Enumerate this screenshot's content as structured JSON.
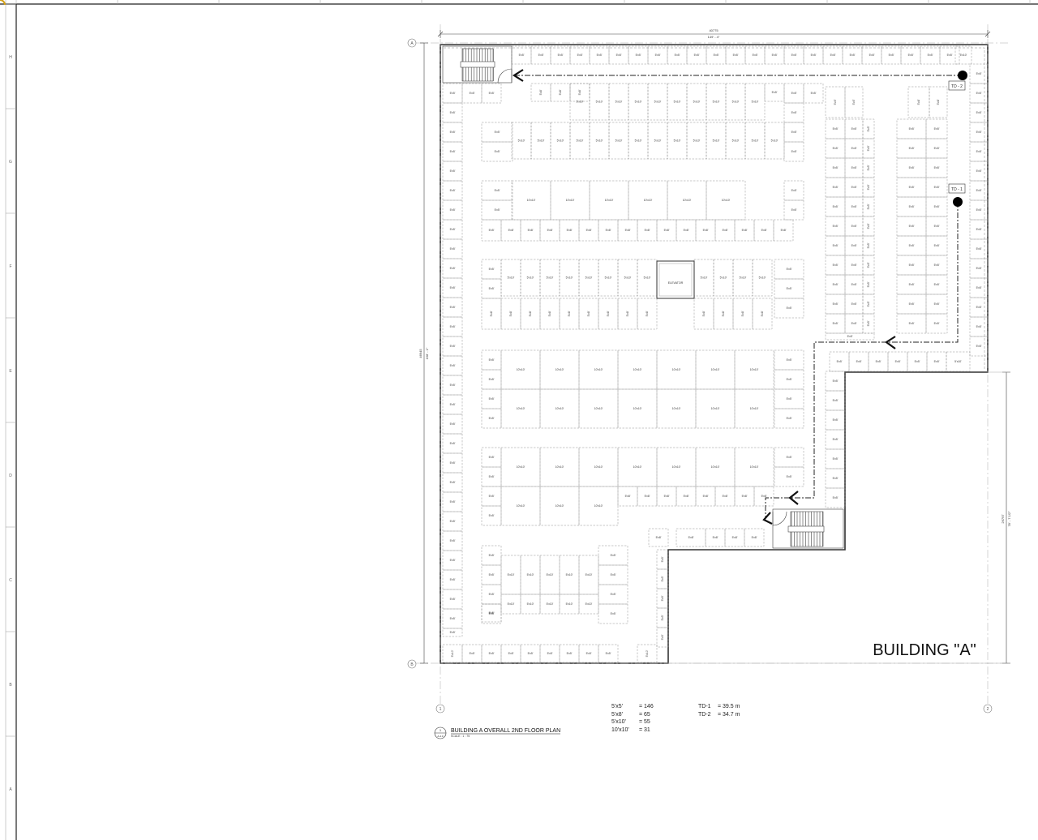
{
  "sheet": {
    "row_letters": [
      "H",
      "G",
      "F",
      "E",
      "D",
      "C",
      "B",
      "A"
    ],
    "grid_bubbles": {
      "top_left": "A",
      "bottom_left": "B",
      "bottom_1": "1",
      "bottom_2": "2"
    }
  },
  "plan": {
    "building_label": "BUILDING \"A\"",
    "dimension_top": {
      "metric": "40775",
      "imperial": "149' - 4\""
    },
    "dimension_left": {
      "metric": "46945",
      "imperial": "158' - 1\""
    },
    "dimension_right": {
      "metric": "26797",
      "imperial": "78' - 7 1/2\""
    },
    "elevator_label": "ELEVATOR",
    "unit_labels": {
      "s55": "5'x5'",
      "s58": "5'x8'",
      "s510": "5'x10'",
      "s1010": "10'x10'"
    },
    "travel_distance_tags": [
      "TD - 2",
      "TD - 1"
    ]
  },
  "title_block": {
    "view_number": "1",
    "sheet_ref": "A-4.0",
    "title": "BUILDING A OVERALL 2ND  FLOOR PLAN",
    "scale": "SCALE : 1 : 75"
  },
  "unit_counts": [
    {
      "size": "5'x5'",
      "count": "= 146"
    },
    {
      "size": "5'x8'",
      "count": "= 65"
    },
    {
      "size": "5'x10'",
      "count": "= 55"
    },
    {
      "size": "10'x10'",
      "count": "= 31"
    }
  ],
  "travel_distances": [
    {
      "tag": "TD-1",
      "value": "=  39.5 m"
    },
    {
      "tag": "TD-2",
      "value": "=  34.7 m"
    }
  ]
}
